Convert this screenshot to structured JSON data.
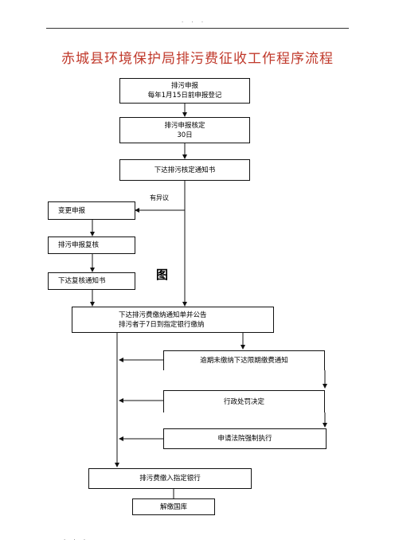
{
  "header": {
    "dots": ". . ."
  },
  "footer": {
    "dots": ". . ."
  },
  "title": "赤城县环境保护局排污费征收工作程序流程",
  "boxes": {
    "declare_line1": "排污申报",
    "declare_line2": "每年1月15日前申报登记",
    "verify_line1": "排污申报核定",
    "verify_line2": "30日",
    "issue_notice": "下达排污核定通知书",
    "change_declare": "变更申报",
    "review": "排污申报复核",
    "review_notice": "下达复核通知书",
    "payment_line1": "下达排污费缴纳通知单并公告",
    "payment_line2": "排污者于7日到指定银行缴纳",
    "overdue": "逾期未缴纳下达限期缴费通知",
    "penalty": "行政处罚决定",
    "court": "申请法院强制执行",
    "bank": "排污费缴入指定银行",
    "treasury": "解缴国库"
  },
  "labels": {
    "objection": "有异议",
    "figure": "图"
  }
}
